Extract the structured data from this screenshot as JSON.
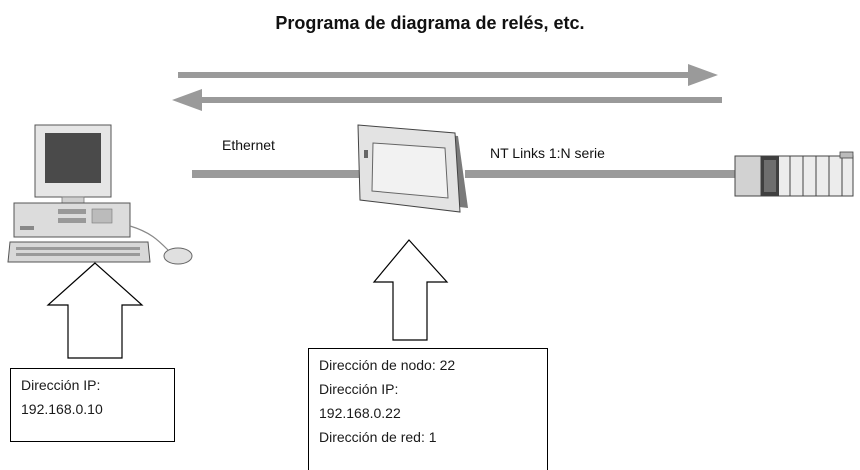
{
  "title": "Programa de diagrama de relés, etc.",
  "connections": {
    "ethernet_label": "Ethernet",
    "nt_links_label": "NT Links 1:N serie"
  },
  "computer_box": {
    "ip_label": "Dirección IP:",
    "ip_value": "192.168.0.10"
  },
  "terminal_box": {
    "node_address": "Dirección de nodo: 22",
    "ip_label": "Dirección IP:",
    "ip_value": "192.168.0.22",
    "network_address": "Dirección de red: 1"
  },
  "icons": {
    "computer": "desktop-computer-icon",
    "terminal": "programmable-terminal-icon",
    "plc": "plc-rack-icon"
  },
  "colors": {
    "line_gray": "#9a9a9a",
    "box_border": "#000000"
  }
}
